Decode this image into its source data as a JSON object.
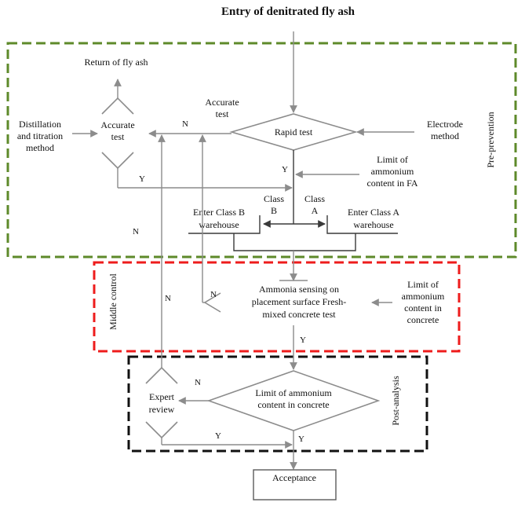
{
  "title": "Entry of denitrated fly ash",
  "stages": {
    "pre": "Pre-prevention",
    "middle": "Middle control",
    "post": "Post-analysis"
  },
  "colors": {
    "pre_border": "#5e8a2a",
    "middle_border": "#ee1c1c",
    "post_border": "#111111",
    "flow_line": "#8c8c8c"
  },
  "nodes": {
    "return_fly_ash": "Return of fly ash",
    "distillation_1": "Distillation",
    "distillation_2": "and titration",
    "distillation_3": "method",
    "accurate_test_1": "Accurate",
    "accurate_test_2": "test",
    "accurate_test_edge_1": "Accurate",
    "accurate_test_edge_2": "test",
    "rapid_test": "Rapid test",
    "electrode_1": "Electrode",
    "electrode_2": "method",
    "limit_fa_1": "Limit of",
    "limit_fa_2": "ammonium",
    "limit_fa_3": "content in FA",
    "class_b_1": "Class",
    "class_b_2": "B",
    "class_a_1": "Class",
    "class_a_2": "A",
    "enter_b_1": "Enter Class B",
    "enter_b_2": "warehouse",
    "enter_a_1": "Enter Class A",
    "enter_a_2": "warehouse",
    "ammonia_1": "Ammonia sensing on",
    "ammonia_2": "placement surface Fresh-",
    "ammonia_3": "mixed concrete test",
    "limit_concrete_1": "Limit of",
    "limit_concrete_2": "ammonium",
    "limit_concrete_3": "content in",
    "limit_concrete_4": "concrete",
    "limit_decision_1": "Limit of ammonium",
    "limit_decision_2": "content in concrete",
    "expert_1": "Expert",
    "expert_2": "review",
    "acceptance": "Acceptance"
  },
  "edge_labels": {
    "n_accurate": "N",
    "y_accurate": "Y",
    "y_rapid": "Y",
    "n_pre": "N",
    "n_middle_left": "N",
    "n_middle": "N",
    "y_middle": "Y",
    "n_post": "N",
    "y_post_left": "Y",
    "y_post": "Y"
  }
}
